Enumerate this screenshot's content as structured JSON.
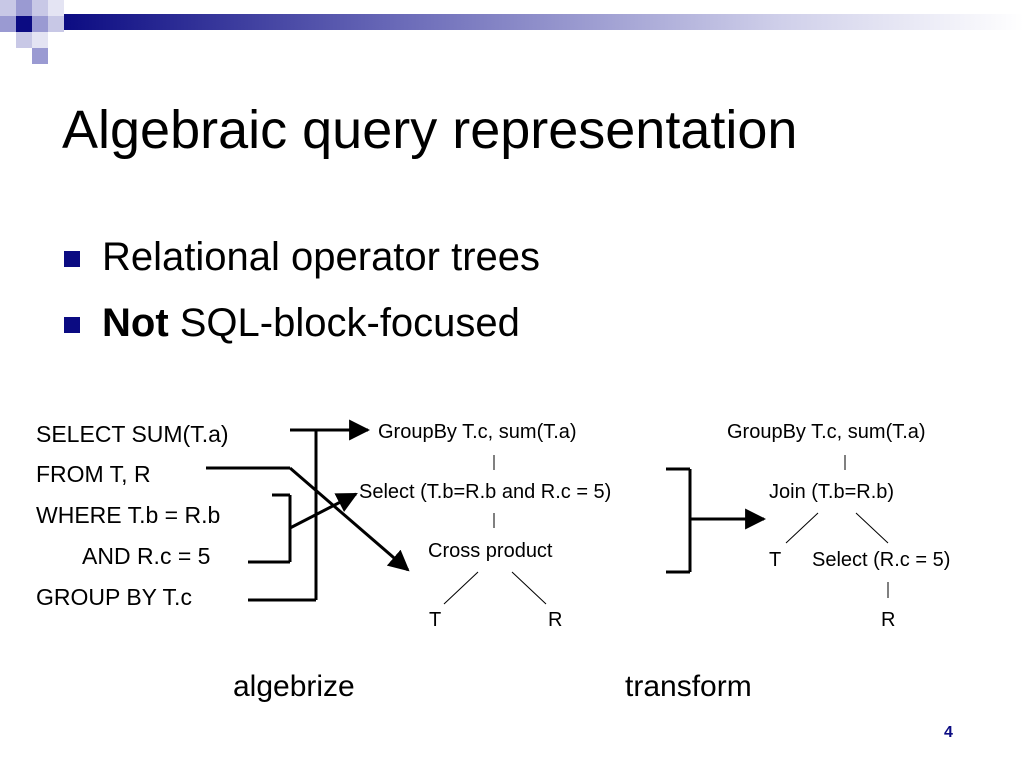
{
  "slide": {
    "title": "Algebraic query representation",
    "bullets": [
      {
        "strong": "",
        "text": "Relational operator trees"
      },
      {
        "strong": "Not",
        "text": " SQL-block-focused"
      }
    ],
    "page_number": "4"
  },
  "sql": [
    "SELECT SUM(T.a)",
    "FROM T, R",
    "WHERE T.b = R.b",
    "AND R.c = 5",
    "GROUP BY T.c"
  ],
  "tree_algebrized": {
    "groupby": "GroupBy T.c, sum(T.a)",
    "select": "Select (T.b=R.b and R.c = 5)",
    "cross": "Cross product",
    "left": "T",
    "right": "R"
  },
  "tree_transformed": {
    "groupby": "GroupBy T.c, sum(T.a)",
    "join": "Join (T.b=R.b)",
    "left": "T",
    "select": "Select (R.c = 5)",
    "leaf": "R"
  },
  "captions": {
    "algebrize": "algebrize",
    "transform": "transform"
  },
  "colors": {
    "accent": "#0b0b82",
    "lavender": "#9a9ad2",
    "light": "#c8c8e6"
  }
}
